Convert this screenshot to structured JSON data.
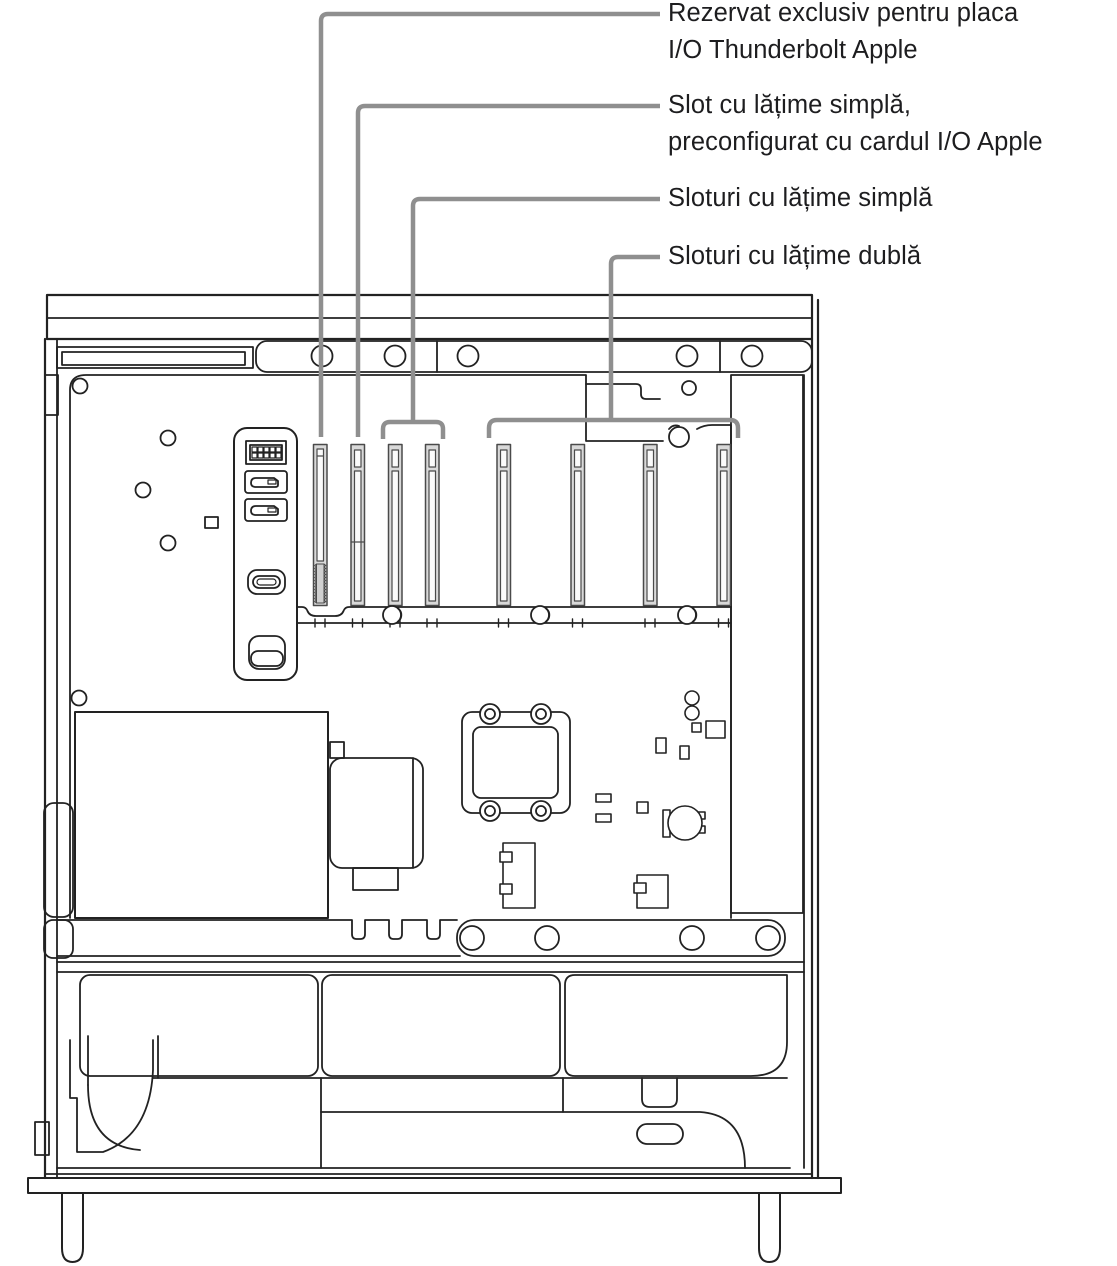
{
  "callouts": [
    {
      "id": "thunderbolt-reserved",
      "line1": "Rezervat exclusiv pentru placa",
      "line2": "I/O Thunderbolt Apple"
    },
    {
      "id": "single-width-io-slot",
      "line1": "Slot cu lățime simplă,",
      "line2": "preconfigurat cu cardul I/O Apple"
    },
    {
      "id": "single-width-slots",
      "line1": "Sloturi cu lățime simplă",
      "line2": ""
    },
    {
      "id": "double-width-slots",
      "line1": "Sloturi cu lățime dublă",
      "line2": ""
    }
  ],
  "colors": {
    "background": "#ffffff",
    "artwork_line": "#1d1d1f",
    "callout_line": "#8f8f8f",
    "slot_fill": "#d9d9d9",
    "label_text": "#1d1d1f"
  }
}
